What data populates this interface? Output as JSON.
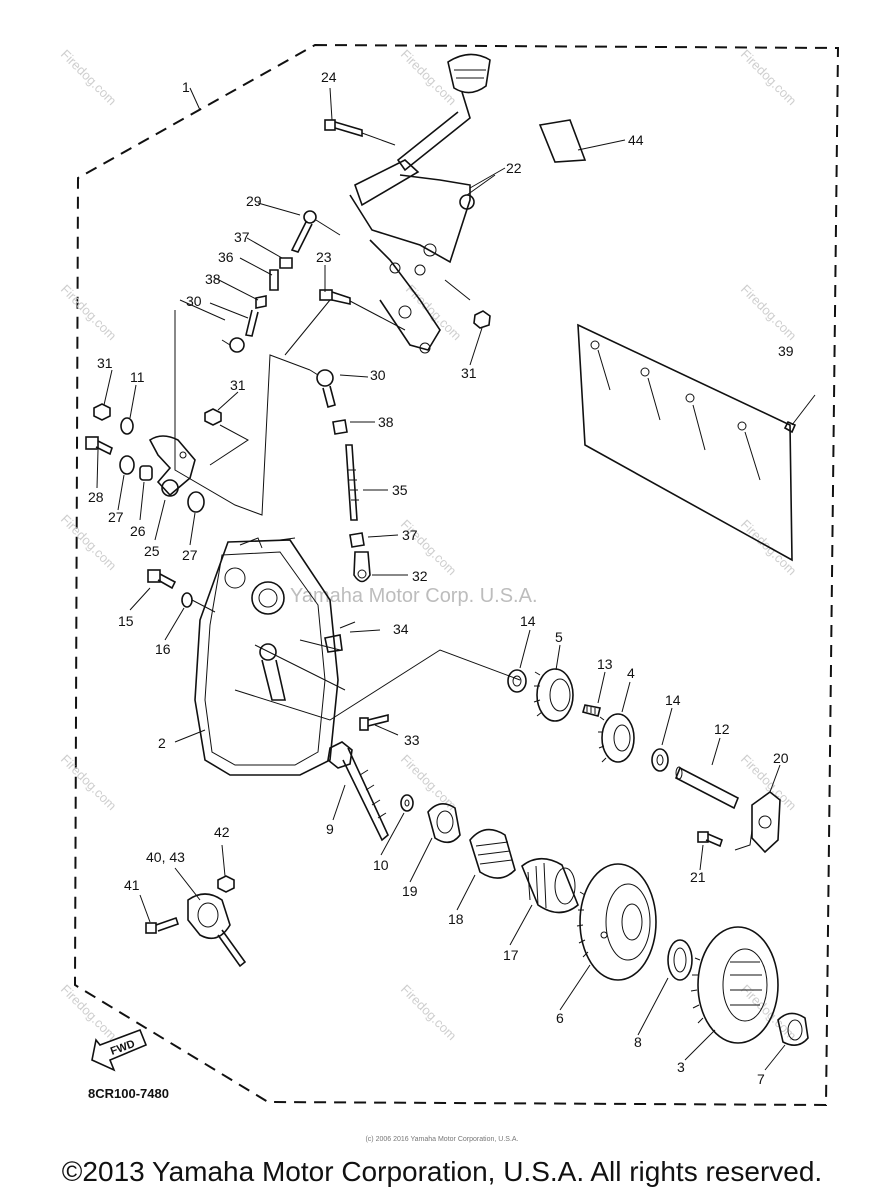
{
  "diagram": {
    "center_watermark": "Yamaha Motor Corp. U.S.A.",
    "site_watermark": "Firedog.com",
    "model_code": "8CR100-7480",
    "fwd_label": "FWD",
    "callouts": {
      "c1": "1",
      "c2": "2",
      "c3": "3",
      "c4": "4",
      "c5": "5",
      "c6": "6",
      "c7": "7",
      "c8": "8",
      "c9": "9",
      "c10": "10",
      "c11": "11",
      "c12": "12",
      "c13": "13",
      "c14a": "14",
      "c14b": "14",
      "c15": "15",
      "c16": "16",
      "c17": "17",
      "c18": "18",
      "c19": "19",
      "c20": "20",
      "c21": "21",
      "c22": "22",
      "c23": "23",
      "c24": "24",
      "c25": "25",
      "c26": "26",
      "c27a": "27",
      "c27b": "27",
      "c28": "28",
      "c29": "29",
      "c30a": "30",
      "c30b": "30",
      "c31a": "31",
      "c31b": "31",
      "c31c": "31",
      "c32": "32",
      "c33": "33",
      "c34": "34",
      "c35": "35",
      "c36": "36",
      "c37a": "37",
      "c37b": "37",
      "c38a": "38",
      "c38b": "38",
      "c39": "39",
      "c40_43": "40, 43",
      "c41": "41",
      "c42": "42",
      "c44": "44"
    }
  },
  "footer": {
    "copyright": "©2013 Yamaha Motor Corporation, U.S.A. All rights reserved.",
    "small_print": "(c) 2006 2016 Yamaha Motor Corporation, U.S.A."
  }
}
